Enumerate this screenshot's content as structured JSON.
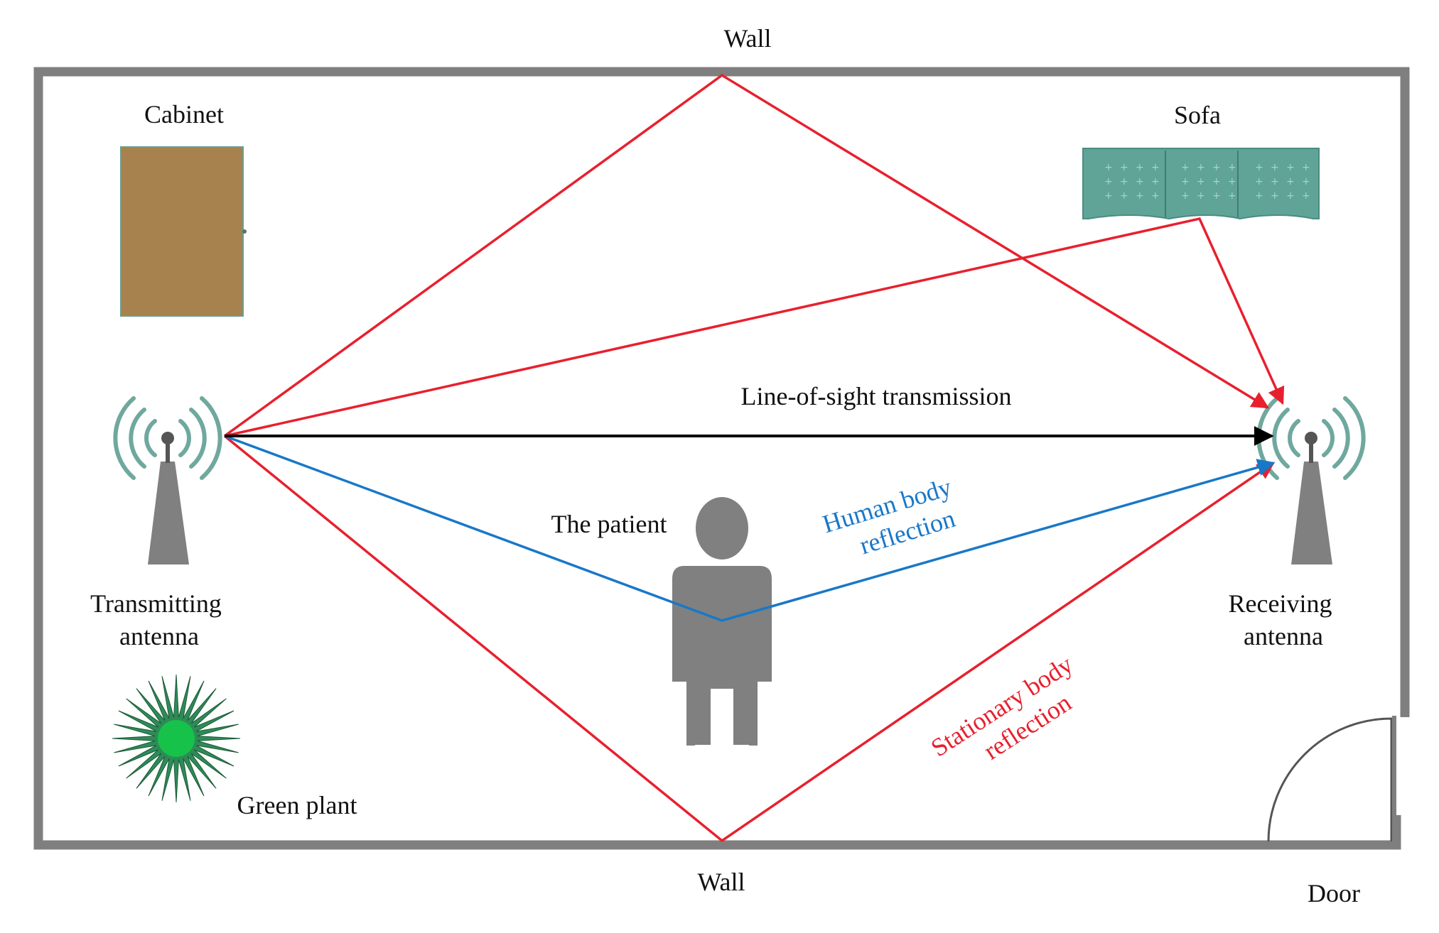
{
  "labels": {
    "wall_top": "Wall",
    "wall_bottom": "Wall",
    "cabinet": "Cabinet",
    "sofa": "Sofa",
    "line_of_sight": "Line-of-sight transmission",
    "human_body_reflection_1": "Human body",
    "human_body_reflection_2": "reflection",
    "patient": "The patient",
    "transmitting_1": "Transmitting",
    "transmitting_2": "antenna",
    "receiving_1": "Receiving",
    "receiving_2": "antenna",
    "stationary_1": "Stationary body",
    "stationary_2": "reflection",
    "green_plant": "Green plant",
    "door": "Door"
  },
  "colors": {
    "wall": "#7f7f7f",
    "multipath": "#e8202e",
    "human_reflection": "#1878c8",
    "line_of_sight": "#000000",
    "cabinet": "#a7824e",
    "sofa": "#5fa497",
    "plant": "#2e8b57",
    "plant_center": "#16c24a",
    "figure": "#808080",
    "antenna_waves": "#6fa89e"
  },
  "icons": {
    "transmitter": "antenna-icon",
    "receiver": "antenna-icon",
    "patient": "person-icon",
    "plant": "plant-icon",
    "cabinet": "cabinet-icon",
    "sofa": "sofa-icon",
    "door": "door-icon"
  }
}
